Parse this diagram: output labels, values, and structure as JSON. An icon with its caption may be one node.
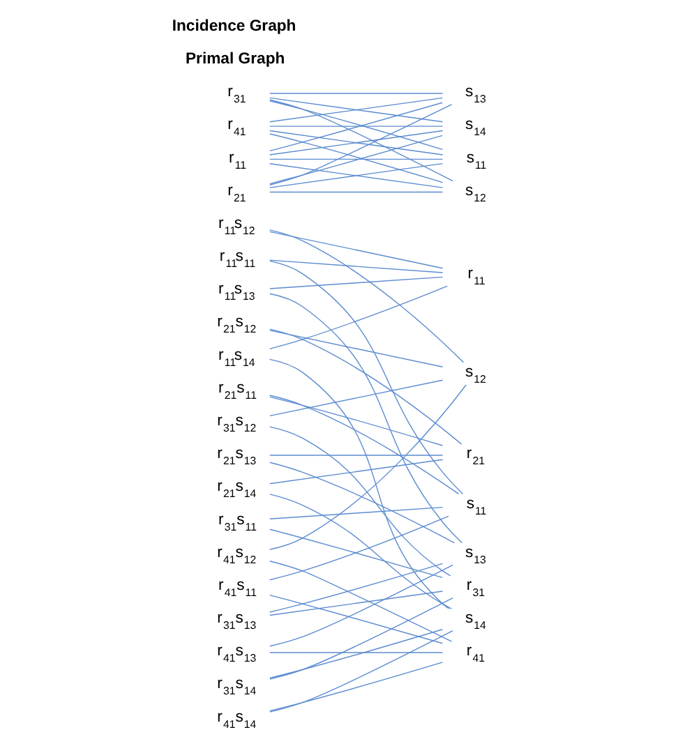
{
  "diagram": {
    "nodes": [
      {
        "text": [
          "r$_{11}$s$_{11}$"
        ]
      },
      {
        "text": [
          "r$_{21}$s$_{11}$"
        ]
      },
      {
        "text": [
          "r$_{31}$s$_{11}$"
        ]
      },
      {
        "text": [
          "r$_{41}$s$_{11}$"
        ]
      },
      {
        "text": [
          "r$_{11}$s$_{12}$"
        ]
      },
      {
        "text": [
          "r$_{21}$s$_{12}$"
        ]
      },
      {
        "text": [
          "r$_{31}$s$_{12}$"
        ]
      },
      {
        "text": [
          "r$_{41}$s$_{12}$"
        ]
      },
      {
        "text": [
          "r$_{11}$s$_{13}$"
        ]
      },
      {
        "text": [
          "r$_{21}$s$_{13}$"
        ]
      },
      {
        "text": [
          "r$_{31}$s$_{13}$"
        ]
      },
      {
        "text": [
          "r$_{41}$s$_{13}$"
        ]
      },
      {
        "text": [
          "r$_{11}$s$_{14}$"
        ]
      },
      {
        "text": [
          "r$_{21}$s$_{14}$"
        ]
      },
      {
        "text": [
          "r$_{31}$s$_{14}$"
        ]
      },
      {
        "text": [
          "r$_{41}$s$_{14}$"
        ]
      },
      {
        "text": [
          "r$_{11}$"
        ]
      },
      {
        "text": [
          "r$_{21}$"
        ]
      },
      {
        "text": [
          "r$_{31}$"
        ]
      },
      {
        "text": [
          "r$_{41}$"
        ]
      },
      {
        "text": [
          "s$_{11}$"
        ]
      },
      {
        "text": [
          "s$_{12}$"
        ]
      },
      {
        "text": [
          "s$_{13}$"
        ]
      },
      {
        "text": [
          "s$_{14}$"
        ]
      },
      {
        "text": [
          "r$_{11}$"
        ]
      },
      {
        "text": [
          "r$_{21}$"
        ]
      },
      {
        "text": [
          "r$_{31}$"
        ]
      },
      {
        "text": [
          "r$_{41}$"
        ]
      },
      {
        "text": [
          "s$_{11}$"
        ]
      },
      {
        "text": [
          "s$_{12}$"
        ]
      },
      {
        "text": [
          "s$_{13}$"
        ]
      },
      {
        "text": [
          "s$_{14}$"
        ]
      }
    ],
    "edges": [
      {
        "from": 0,
        "to": 16,
        "arrow": "none"
      },
      {
        "from": 0,
        "to": 20,
        "arrow": "none"
      },
      {
        "from": 1,
        "to": 17,
        "arrow": "none"
      },
      {
        "from": 1,
        "to": 20,
        "arrow": "none"
      },
      {
        "from": 2,
        "to": 18,
        "arrow": "none"
      },
      {
        "from": 2,
        "to": 20,
        "arrow": "none"
      },
      {
        "from": 3,
        "to": 19,
        "arrow": "none"
      },
      {
        "from": 3,
        "to": 20,
        "arrow": "none"
      },
      {
        "from": 4,
        "to": 16,
        "arrow": "none"
      },
      {
        "from": 4,
        "to": 21,
        "arrow": "none"
      },
      {
        "from": 5,
        "to": 17,
        "arrow": "none"
      },
      {
        "from": 5,
        "to": 21,
        "arrow": "none"
      },
      {
        "from": 6,
        "to": 18,
        "arrow": "none"
      },
      {
        "from": 6,
        "to": 21,
        "arrow": "none"
      },
      {
        "from": 7,
        "to": 19,
        "arrow": "none"
      },
      {
        "from": 7,
        "to": 21,
        "arrow": "none"
      },
      {
        "from": 8,
        "to": 16,
        "arrow": "none"
      },
      {
        "from": 8,
        "to": 22,
        "arrow": "none"
      },
      {
        "from": 9,
        "to": 17,
        "arrow": "none"
      },
      {
        "from": 9,
        "to": 22,
        "arrow": "none"
      },
      {
        "from": 10,
        "to": 18,
        "arrow": "none"
      },
      {
        "from": 10,
        "to": 22,
        "arrow": "none"
      },
      {
        "from": 11,
        "to": 19,
        "arrow": "none"
      },
      {
        "from": 11,
        "to": 22,
        "arrow": "none"
      },
      {
        "from": 12,
        "to": 16,
        "arrow": "none"
      },
      {
        "from": 12,
        "to": 23,
        "arrow": "none"
      },
      {
        "from": 13,
        "to": 17,
        "arrow": "none"
      },
      {
        "from": 13,
        "to": 23,
        "arrow": "none"
      },
      {
        "from": 14,
        "to": 18,
        "arrow": "none"
      },
      {
        "from": 14,
        "to": 23,
        "arrow": "none"
      },
      {
        "from": 15,
        "to": 19,
        "arrow": "none"
      },
      {
        "from": 15,
        "to": 23,
        "arrow": "none"
      },
      {
        "from": 24,
        "to": 28,
        "arrow": "none"
      },
      {
        "from": 24,
        "to": 29,
        "arrow": "none"
      },
      {
        "from": 24,
        "to": 30,
        "arrow": "none"
      },
      {
        "from": 24,
        "to": 31,
        "arrow": "none"
      },
      {
        "from": 25,
        "to": 28,
        "arrow": "none"
      },
      {
        "from": 25,
        "to": 29,
        "arrow": "none"
      },
      {
        "from": 25,
        "to": 30,
        "arrow": "none"
      },
      {
        "from": 25,
        "to": 31,
        "arrow": "none"
      },
      {
        "from": 26,
        "to": 28,
        "arrow": "none"
      },
      {
        "from": 26,
        "to": 29,
        "arrow": "none"
      },
      {
        "from": 26,
        "to": 30,
        "arrow": "none"
      },
      {
        "from": 26,
        "to": 31,
        "arrow": "none"
      },
      {
        "from": 27,
        "to": 28,
        "arrow": "none"
      },
      {
        "from": 27,
        "to": 29,
        "arrow": "none"
      },
      {
        "from": 27,
        "to": 30,
        "arrow": "none"
      },
      {
        "from": 27,
        "to": 31,
        "arrow": "none"
      }
    ],
    "labels": [
      "Primal Graph",
      "Incidence Graph"
    ]
  }
}
